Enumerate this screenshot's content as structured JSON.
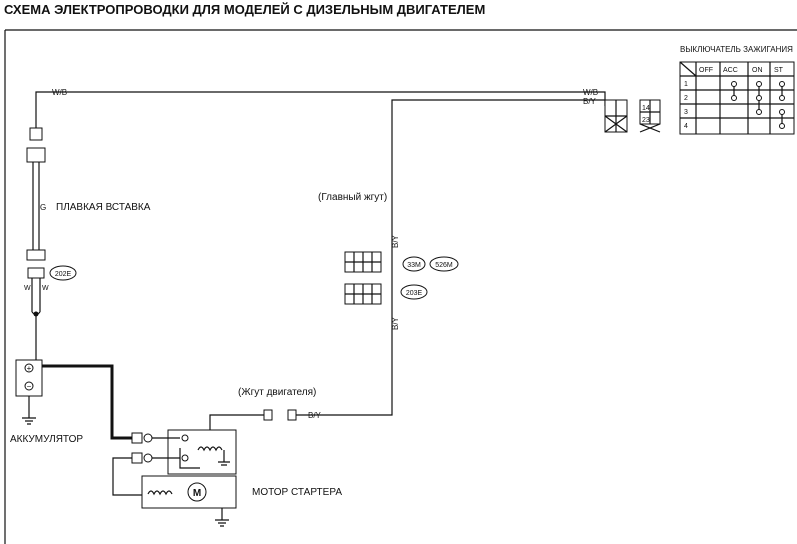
{
  "title": "СХЕМА ЭЛЕКТРОПРОВОДКИ ДЛЯ МОДЕЛЕЙ С ДИЗЕЛЬНЫМ ДВИГАТЕЛЕМ",
  "labels": {
    "fusible_link": "ПЛАВКАЯ ВСТАВКА",
    "battery": "АККУМУЛЯТОР",
    "starter_motor": "МОТОР СТАРТЕРА",
    "main_harness": "(Главный жгут)",
    "engine_harness": "(Жгут двигателя)",
    "ignition_switch": "ВЫКЛЮЧАТЕЛЬ ЗАЖИГАНИЯ"
  },
  "wires": {
    "wb": "W/B",
    "by": "B/Y",
    "g": "G",
    "w": "W"
  },
  "connectors": {
    "c202e": "202E",
    "c33m": "33M",
    "c526m": "526M",
    "c203e": "203E"
  },
  "switch_pins": {
    "top": "14",
    "bottom": "23"
  },
  "battery_terms": {
    "plus": "+",
    "minus": "−"
  },
  "motor_symbol": "M",
  "ignition_table": {
    "columns": [
      "OFF",
      "ACC",
      "ON",
      "ST"
    ],
    "rows": [
      "1",
      "2",
      "3",
      "4"
    ]
  }
}
